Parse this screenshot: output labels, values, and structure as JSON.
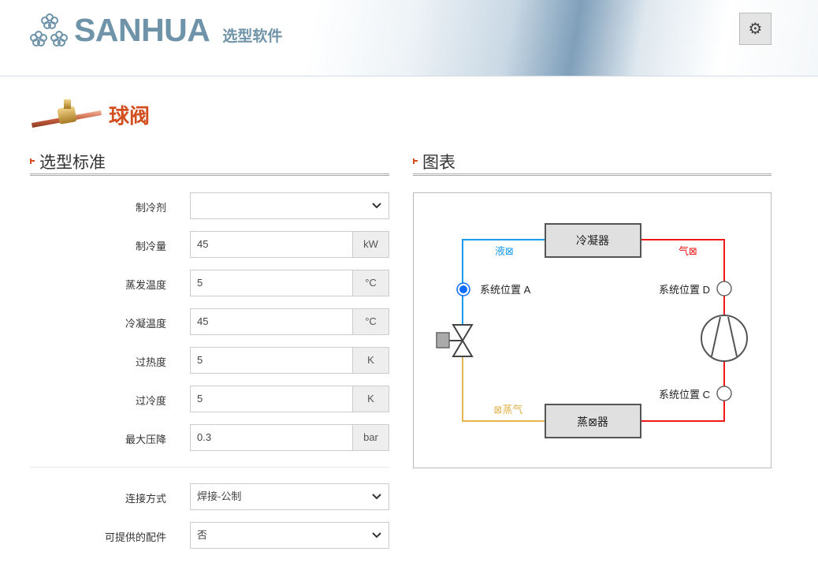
{
  "header": {
    "brand": "SANHUA",
    "subtitle": "选型软件",
    "settings_icon": "gear-icon"
  },
  "product": {
    "title": "球阀"
  },
  "sections": {
    "criteria": "选型标准",
    "chart": "图表"
  },
  "form": [
    {
      "label": "制冷剂",
      "value": "",
      "type": "select"
    },
    {
      "label": "制冷量",
      "value": "45",
      "unit": "kW"
    },
    {
      "label": "蒸发温度",
      "value": "5",
      "unit": "°C"
    },
    {
      "label": "冷凝温度",
      "value": "45",
      "unit": "°C"
    },
    {
      "label": "过热度",
      "value": "5",
      "unit": "K"
    },
    {
      "label": "过冷度",
      "value": "5",
      "unit": "K"
    },
    {
      "label": "最大压降",
      "value": "0.3",
      "unit": "bar"
    }
  ],
  "options": [
    {
      "label": "连接方式",
      "value": "焊接-公制"
    },
    {
      "label": "可提供的配件",
      "value": "否"
    }
  ],
  "diagram": {
    "condenser": "冷凝器",
    "evaporator": "蒸⊠器",
    "liquid": "液⊠",
    "gas": "气⊠",
    "suction": "⊠蒸气",
    "pos_a": "系统位置 A",
    "pos_b": "系统位置 D",
    "pos_c": "系统位置 C",
    "colors": {
      "liquid": "#1a9bf0",
      "gas": "#f01818",
      "suction": "#e3b450",
      "selected": "#0a6cff"
    }
  }
}
